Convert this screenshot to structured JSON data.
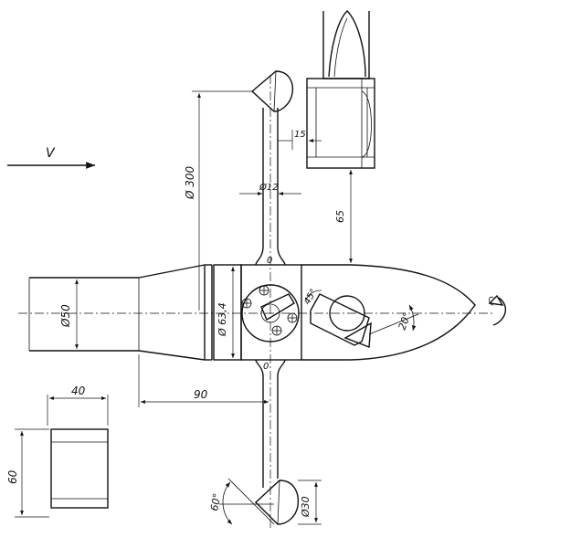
{
  "labels": {
    "velocity": "V",
    "dia_300": "Ø 300",
    "dia_12": "Ø12",
    "len_15": "15",
    "len_65": "65",
    "dia_50": "Ø50",
    "dia_63_4": "Ø 63,4",
    "angle_45": "45°",
    "angle_20": "20°",
    "len_40": "40",
    "len_90": "90",
    "len_60": "60",
    "angle_60": "60°",
    "dia_30": "Ø30",
    "mark_top": "0",
    "mark_bottom": "0"
  }
}
